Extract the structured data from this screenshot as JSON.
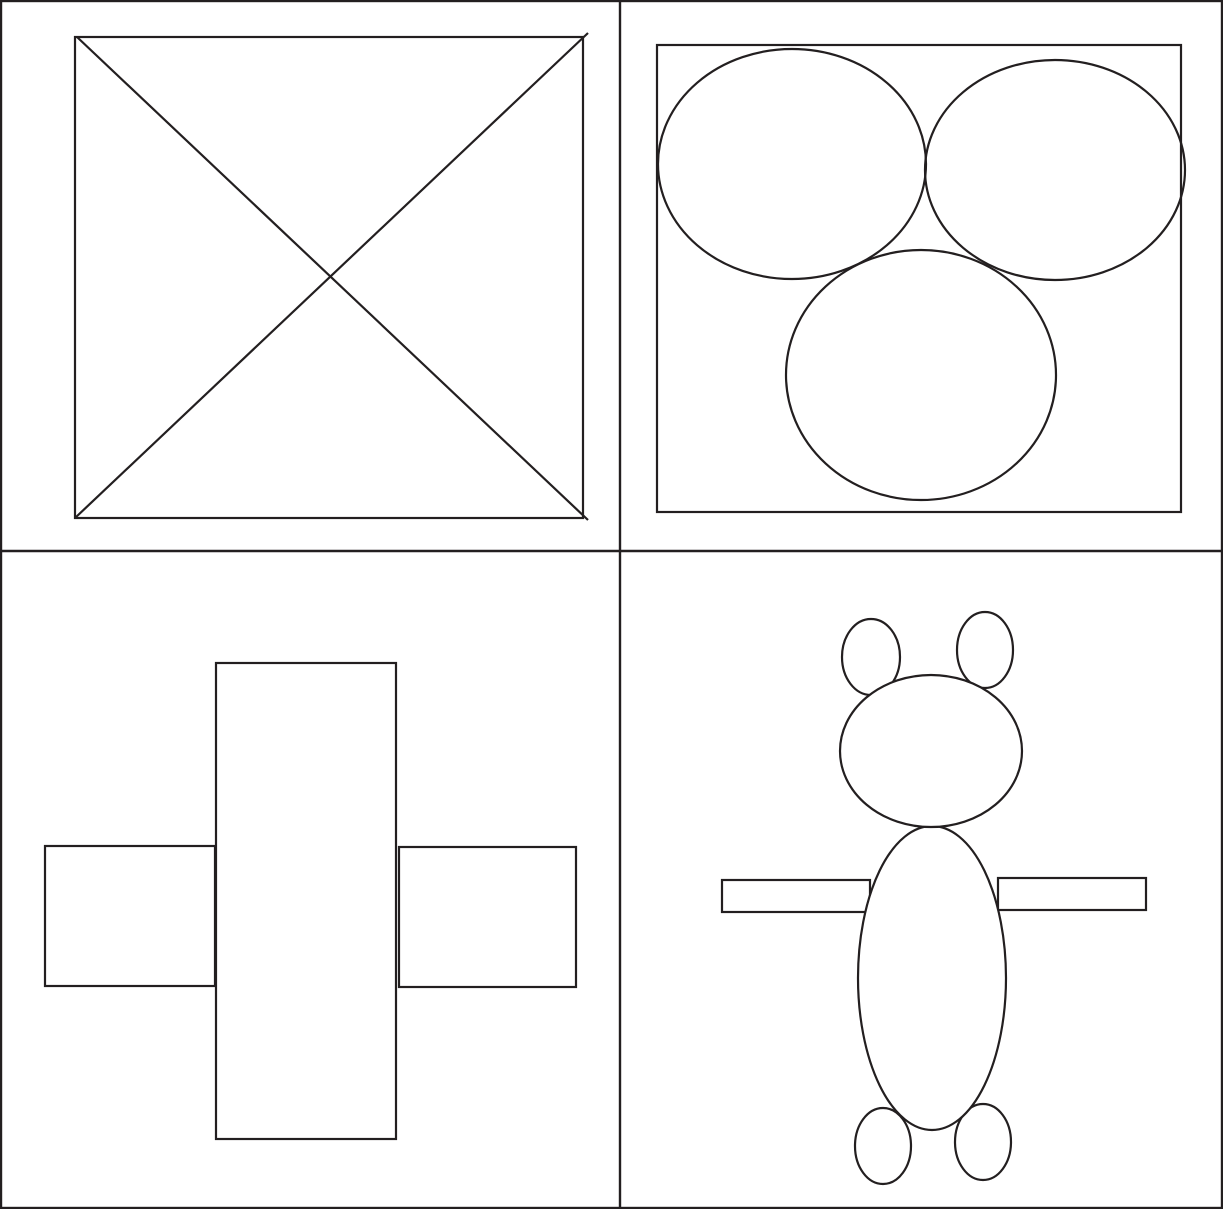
{
  "figure": {
    "panels": [
      {
        "id": "square-with-diagonals",
        "shapes": [
          "rectangle",
          "diagonal-line",
          "diagonal-line"
        ]
      },
      {
        "id": "three-ovals-in-box",
        "shapes": [
          "rectangle",
          "ellipse",
          "ellipse",
          "ellipse"
        ]
      },
      {
        "id": "cross-of-rectangles",
        "shapes": [
          "rectangle",
          "rectangle",
          "rectangle"
        ]
      },
      {
        "id": "bear-figure",
        "shapes": [
          "ellipse",
          "ellipse",
          "ellipse",
          "ellipse",
          "rectangle",
          "rectangle",
          "ellipse",
          "ellipse"
        ]
      }
    ],
    "colors": {
      "stroke": "#231f20",
      "background": "#ffffff"
    }
  }
}
